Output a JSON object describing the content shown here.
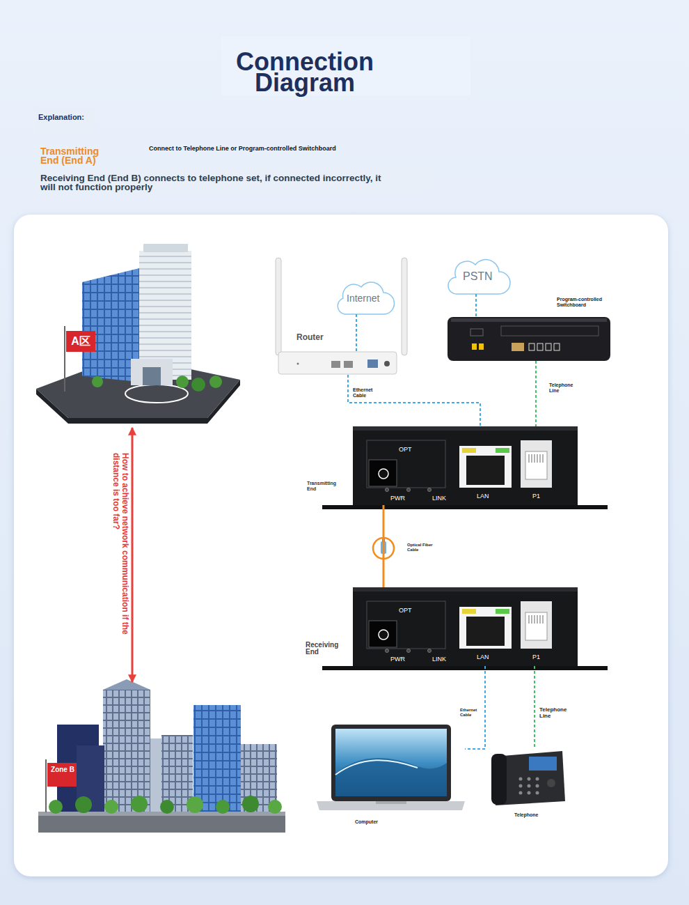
{
  "diagram": {
    "title": "Connection Diagram",
    "nodes": [
      {
        "text": [
          "A区"
        ]
      },
      {
        "text": [
          "PSTN"
        ]
      },
      {
        "text": [
          "Internet"
        ]
      },
      {
        "text": [
          "Router"
        ]
      },
      {
        "text": [
          "Program-controlled Switchboard"
        ]
      },
      {
        "text": [
          "Transmitting End",
          "OPT",
          "PWR",
          "LINK",
          "LAN",
          "P1"
        ]
      },
      {
        "text": [
          "Receiving End",
          "OPT",
          "PWR",
          "LINK",
          "LAN",
          "P1"
        ]
      },
      {
        "text": [
          "Zone B"
        ]
      },
      {
        "text": [
          "Computer"
        ]
      },
      {
        "text": [
          "Telephone"
        ]
      }
    ],
    "edges": [
      {
        "from": 0,
        "to": 7,
        "arrow": "both",
        "label": "How to achieve network communication if the distance is too far?"
      },
      {
        "from": 2,
        "to": 3,
        "arrow": "none"
      },
      {
        "from": 1,
        "to": 4,
        "arrow": "none"
      },
      {
        "from": 3,
        "to": 5,
        "arrow": "none",
        "label": "Ethernet Cable"
      },
      {
        "from": 4,
        "to": 5,
        "arrow": "none",
        "label": "Telephone Line"
      },
      {
        "from": 5,
        "to": 6,
        "arrow": "none",
        "label": "Optical Fiber Cable"
      },
      {
        "from": 6,
        "to": 8,
        "arrow": "none",
        "label": "Ethernet Cable"
      },
      {
        "from": 6,
        "to": 9,
        "arrow": "none",
        "label": "Telephone Line"
      }
    ],
    "labels": [
      "Explanation:",
      "Transmitting End (End A)",
      "Connect to Telephone Line or Program-controlled Switchboard",
      "Receiving End (End B) connects to telephone set, if connected incorrectly, it will not function properly"
    ]
  }
}
